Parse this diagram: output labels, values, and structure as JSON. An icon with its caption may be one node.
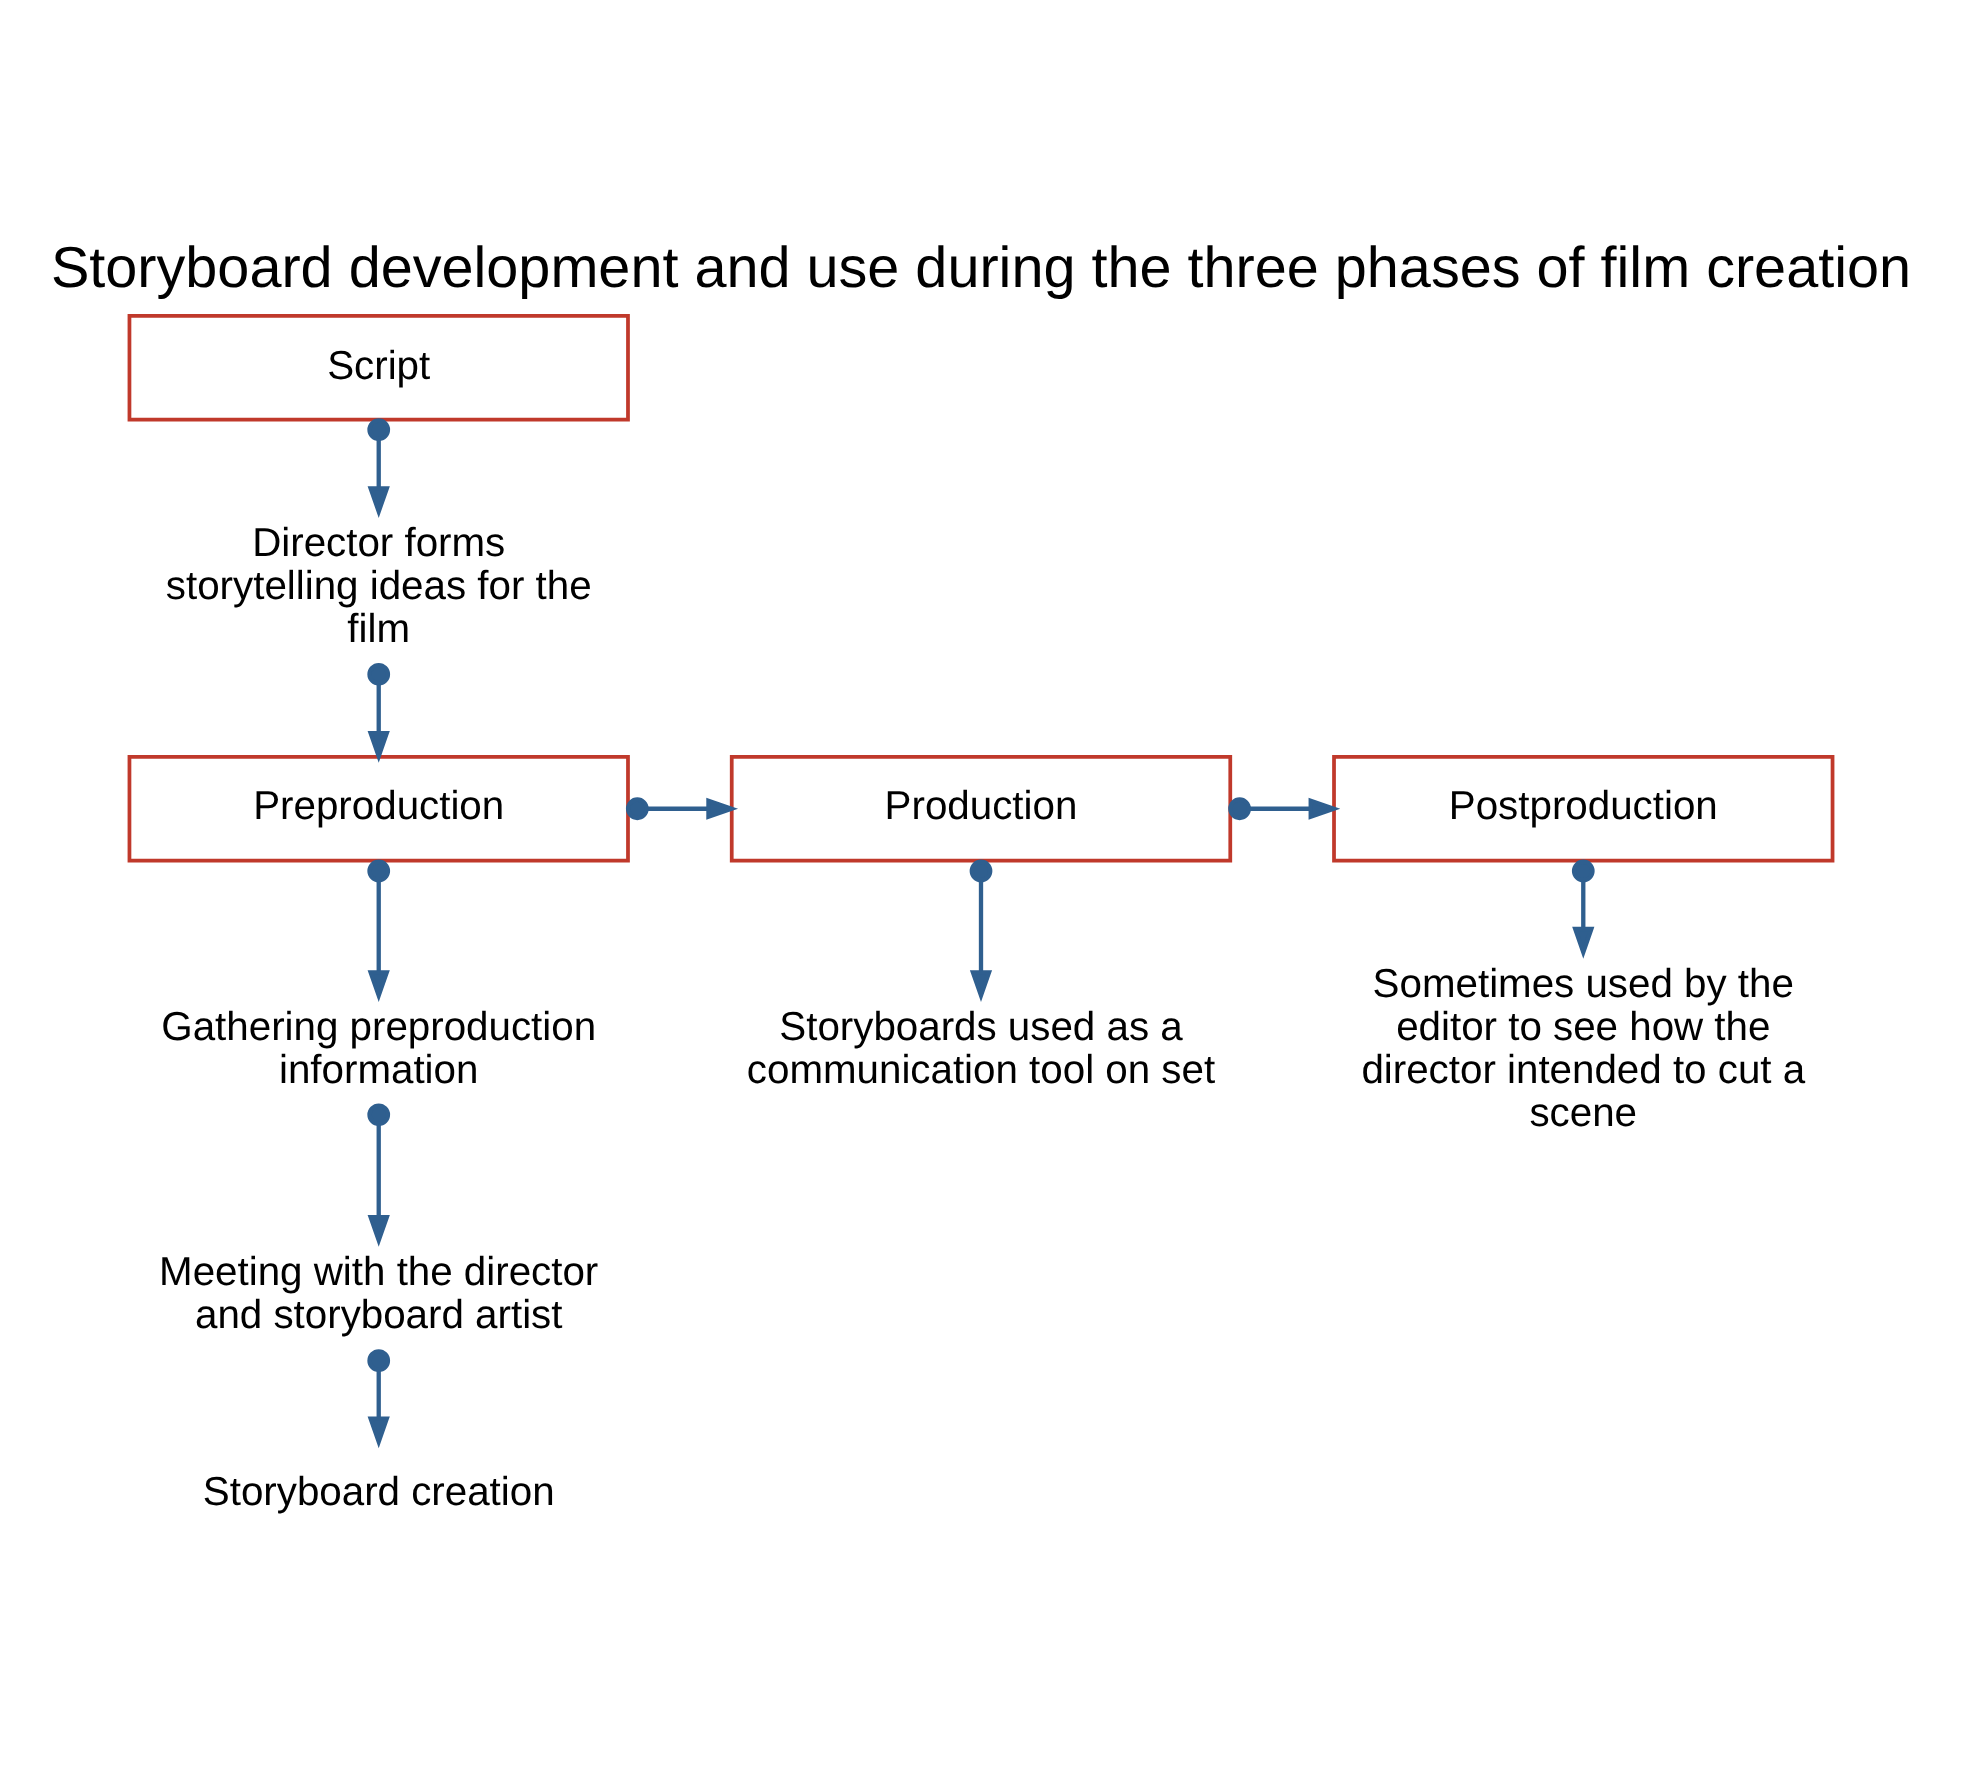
{
  "diagram": {
    "title": "Storyboard development and use during the three phases of film creation",
    "nodes": [
      {
        "text": [
          "Script"
        ]
      },
      {
        "text": [
          "Director forms storytelling ideas for the film"
        ]
      },
      {
        "text": [
          "Preproduction"
        ]
      },
      {
        "text": [
          "Production"
        ]
      },
      {
        "text": [
          "Postproduction"
        ]
      },
      {
        "text": [
          "Gathering preproduction information"
        ]
      },
      {
        "text": [
          "Meeting with the director and storyboard artist"
        ]
      },
      {
        "text": [
          "Storyboard creation"
        ]
      },
      {
        "text": [
          "Storyboards used as a communication tool on set"
        ]
      },
      {
        "text": [
          "Sometimes used by the editor to see how the director intended to cut a scene"
        ]
      }
    ],
    "edges": [
      {
        "from": 0,
        "to": 1,
        "arrow": "to"
      },
      {
        "from": 1,
        "to": 2,
        "arrow": "to"
      },
      {
        "from": 2,
        "to": 3,
        "arrow": "to"
      },
      {
        "from": 3,
        "to": 4,
        "arrow": "to"
      },
      {
        "from": 2,
        "to": 5,
        "arrow": "to"
      },
      {
        "from": 5,
        "to": 6,
        "arrow": "to"
      },
      {
        "from": 6,
        "to": 7,
        "arrow": "to"
      },
      {
        "from": 3,
        "to": 8,
        "arrow": "to"
      },
      {
        "from": 4,
        "to": 9,
        "arrow": "to"
      }
    ]
  }
}
